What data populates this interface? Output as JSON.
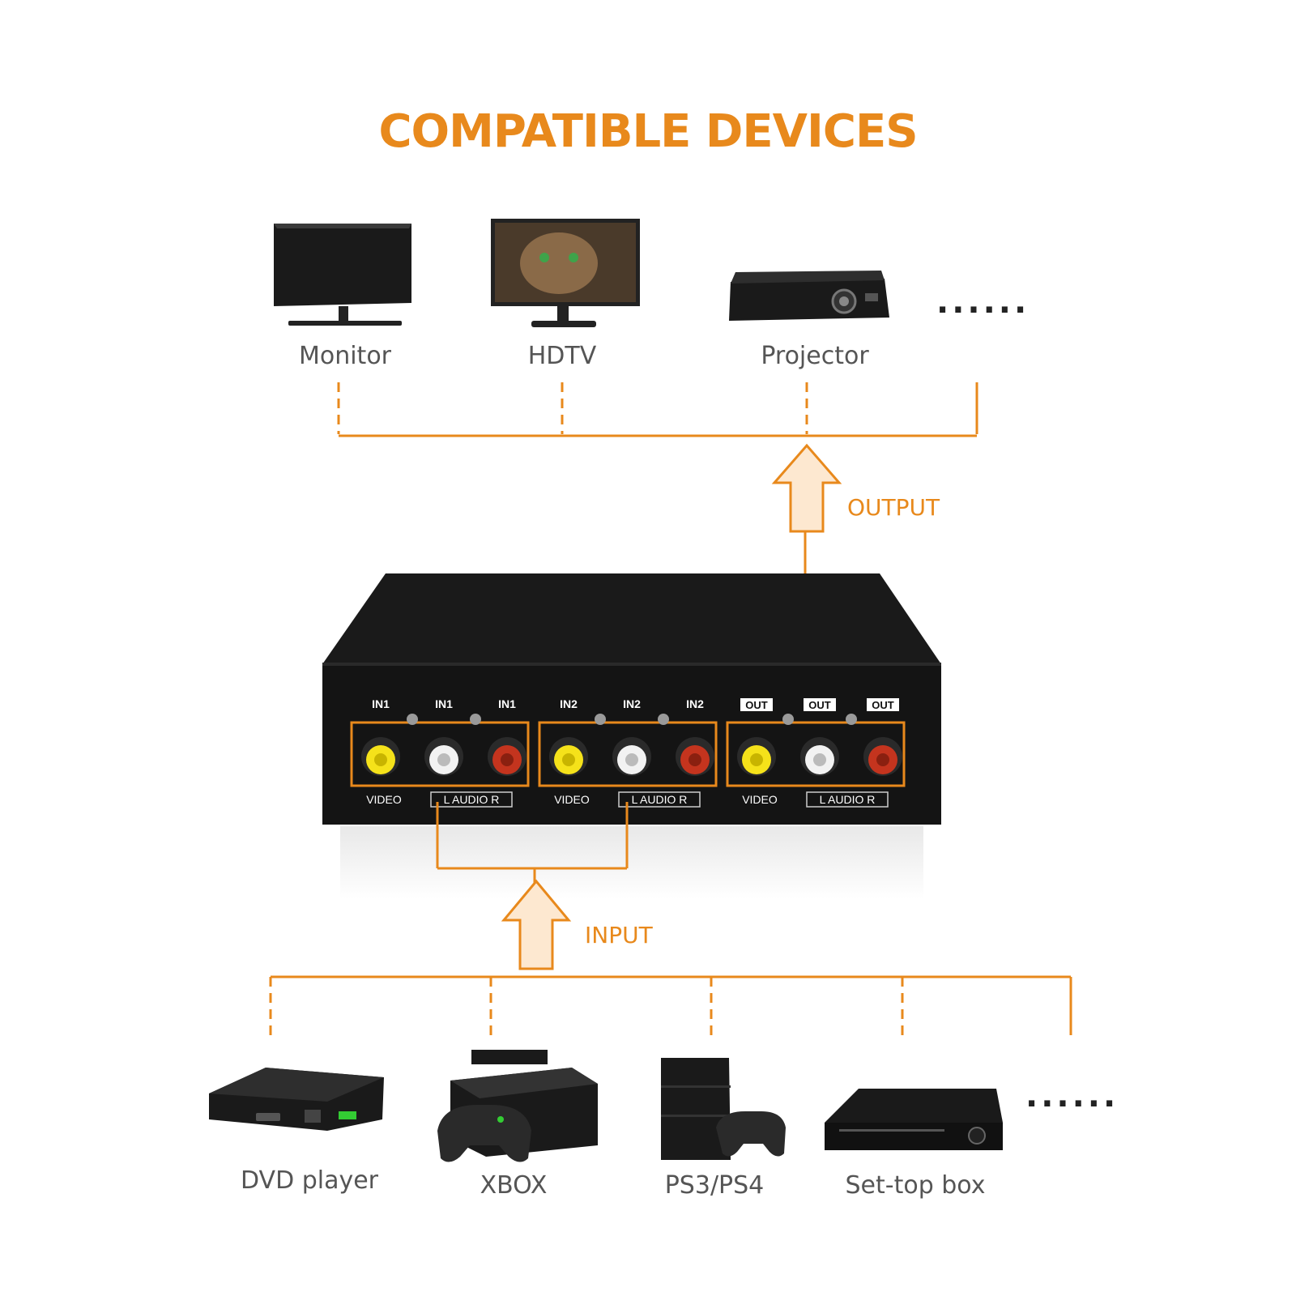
{
  "title": "COMPATIBLE DEVICES",
  "colors": {
    "accent": "#e8891c",
    "arrow_fill": "#fde8d0",
    "device_black": "#141414",
    "jack_yellow": "#f5e21a",
    "jack_white": "#f2f2f2",
    "jack_red": "#c4341e"
  },
  "output_devices": [
    {
      "label": "Monitor",
      "icon": "monitor-icon"
    },
    {
      "label": "HDTV",
      "icon": "hdtv-icon"
    },
    {
      "label": "Projector",
      "icon": "projector-icon"
    }
  ],
  "input_devices": [
    {
      "label": "DVD player",
      "icon": "dvd-player-icon"
    },
    {
      "label": "XBOX",
      "icon": "xbox-icon"
    },
    {
      "label": "PS3/PS4",
      "icon": "ps4-icon"
    },
    {
      "label": "Set-top box",
      "icon": "set-top-box-icon"
    }
  ],
  "more_output": "......",
  "more_input": "......",
  "flow": {
    "output_label": "OUTPUT",
    "input_label": "INPUT"
  },
  "switch_box": {
    "groups": [
      {
        "ports": [
          "IN1",
          "IN1",
          "IN1"
        ],
        "video_label": "VIDEO",
        "audio_label": "L  AUDIO  R"
      },
      {
        "ports": [
          "IN2",
          "IN2",
          "IN2"
        ],
        "video_label": "VIDEO",
        "audio_label": "L  AUDIO  R"
      },
      {
        "ports": [
          "OUT",
          "OUT",
          "OUT"
        ],
        "video_label": "VIDEO",
        "audio_label": "L  AUDIO  R"
      }
    ]
  }
}
